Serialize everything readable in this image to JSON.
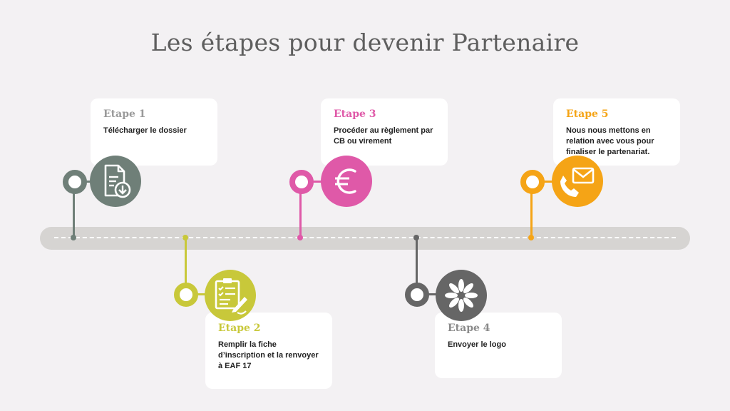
{
  "title": "Les étapes pour devenir Partenaire",
  "steps": [
    {
      "label": "Etape 1",
      "text": "Télécharger le dossier",
      "color": "#6f7f78",
      "icon": "download-document-icon"
    },
    {
      "label": "Etape 2",
      "text": "Remplir la fiche d’inscription et la renvoyer à EAF 17",
      "color": "#c8c83a",
      "icon": "clipboard-form-icon"
    },
    {
      "label": "Etape 3",
      "text": "Procéder au règlement par CB ou virement",
      "color": "#df59a8",
      "icon": "euro-icon"
    },
    {
      "label": "Etape 4",
      "text": "Envoyer le logo",
      "color": "#666666",
      "icon": "flower-logo-icon"
    },
    {
      "label": "Etape 5",
      "text": "Nous nous mettons en relation avec vous pour finaliser le partenariat.",
      "color": "#f5a416",
      "icon": "mail-phone-icon"
    }
  ]
}
